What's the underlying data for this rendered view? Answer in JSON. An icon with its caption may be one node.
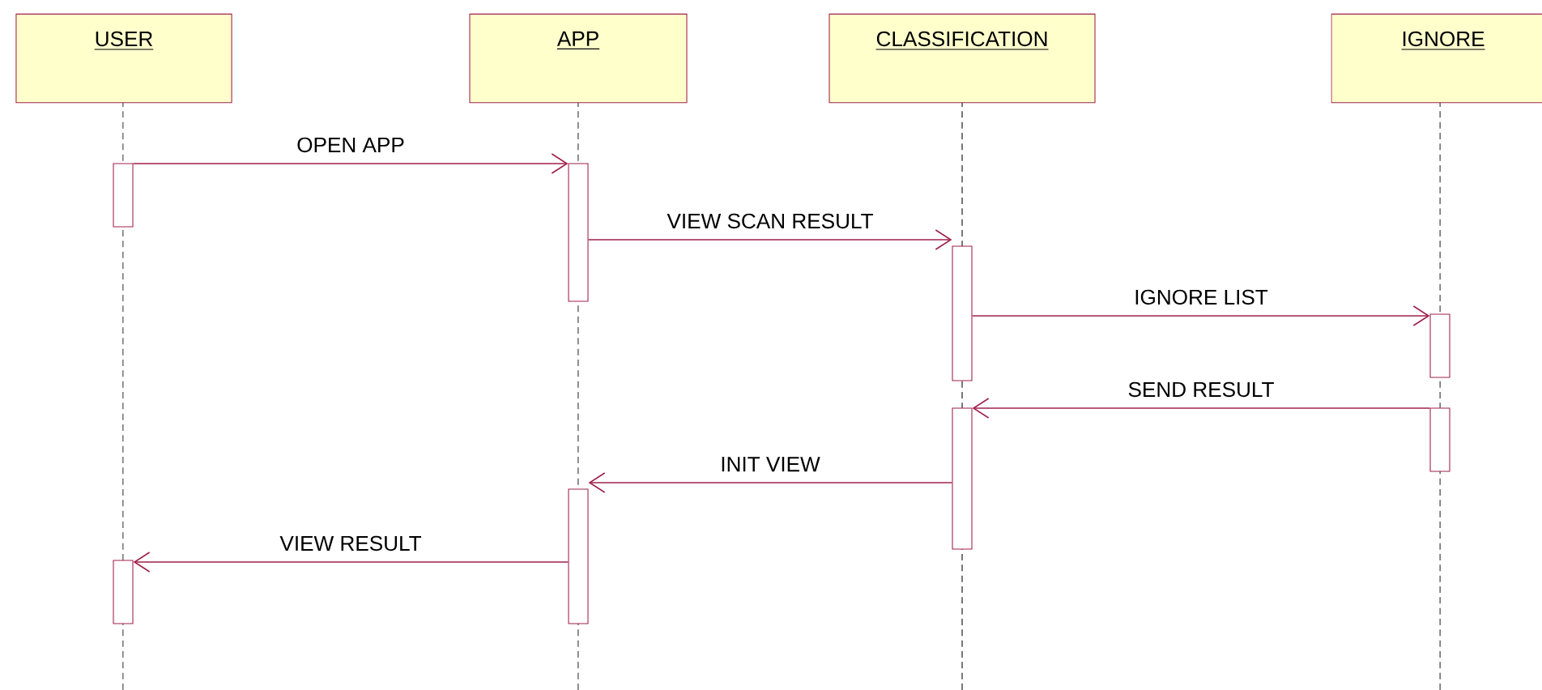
{
  "diagram": {
    "nodes": [
      {
        "text": [
          "USER"
        ]
      },
      {
        "text": [
          "APP"
        ]
      },
      {
        "text": [
          "CLASSIFICATION"
        ]
      },
      {
        "text": [
          "IGNORE"
        ]
      },
      {
        "text": [],
        "shape": "bar"
      },
      {
        "text": [],
        "shape": "bar"
      },
      {
        "text": [],
        "shape": "bar"
      },
      {
        "text": [],
        "shape": "bar"
      },
      {
        "text": [],
        "shape": "bar"
      },
      {
        "text": [],
        "shape": "bar"
      },
      {
        "text": [],
        "shape": "bar"
      },
      {
        "text": [],
        "shape": "bar"
      }
    ],
    "edges": [
      {
        "from": 4,
        "to": 5,
        "arrow": "to",
        "label": "OPEN APP"
      },
      {
        "from": 5,
        "to": 6,
        "arrow": "to",
        "label": "VIEW SCAN RESULT"
      },
      {
        "from": 6,
        "to": 7,
        "arrow": "to",
        "label": "IGNORE LIST"
      },
      {
        "from": 8,
        "to": 9,
        "arrow": "to",
        "label": "SEND RESULT"
      },
      {
        "from": 9,
        "to": 10,
        "arrow": "to",
        "label": "INIT VIEW"
      },
      {
        "from": 10,
        "to": 11,
        "arrow": "to",
        "label": "VIEW RESULT"
      }
    ]
  }
}
